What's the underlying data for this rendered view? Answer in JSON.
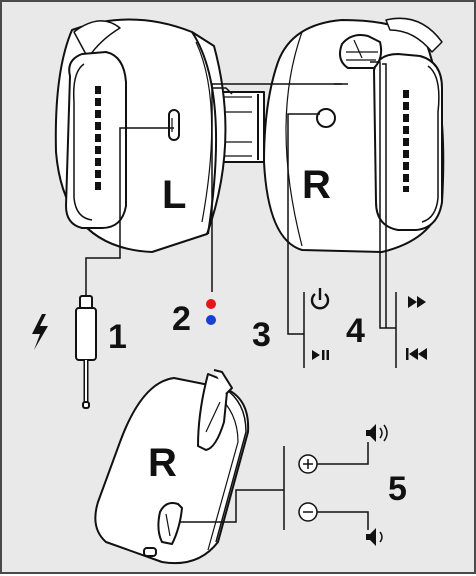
{
  "colors": {
    "background": "#e9e9e9",
    "stroke": "#111111",
    "earcup_fill": "#ffffff",
    "red_dot": "#e8141c",
    "blue_dot": "#1a3fd6"
  },
  "side_labels": {
    "left": "L",
    "right": "R",
    "closeup_right": "R"
  },
  "callouts": {
    "c1": "1",
    "c2": "2",
    "c3": "3",
    "c4": "4",
    "c5": "5"
  },
  "icons": {
    "charge": "lightning-bolt-icon",
    "usb_c": "usb-c-cable-icon",
    "power": "power-icon",
    "play_pause": "play-pause-icon",
    "next": "fast-forward-icon",
    "prev": "rewind-icon",
    "vol_up": "volume-up-icon",
    "vol_down": "volume-down-icon",
    "plus": "plus-button-icon",
    "minus": "minus-button-icon"
  }
}
